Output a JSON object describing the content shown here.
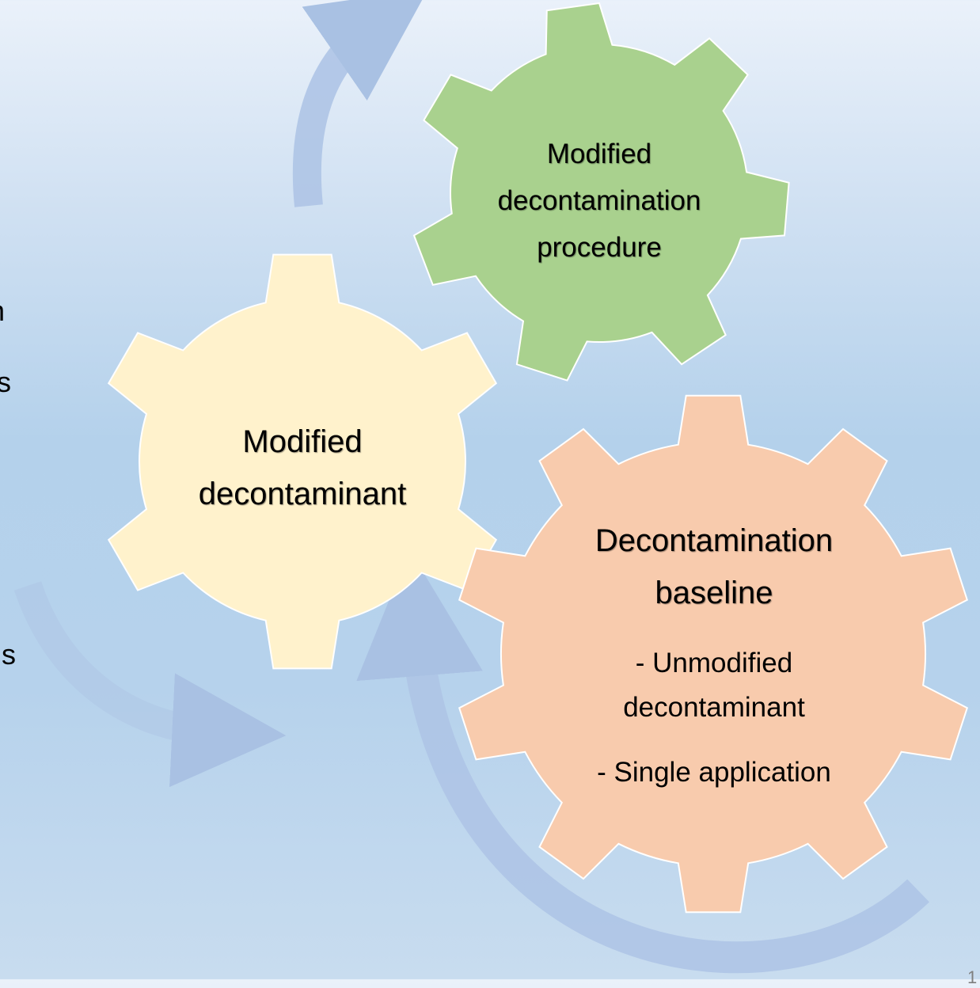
{
  "gears": [
    {
      "id": "green",
      "title_lines": [
        "Modified",
        "decontamination",
        "procedure"
      ],
      "color": "#a9d18e"
    },
    {
      "id": "yellow",
      "title_lines": [
        "Modified",
        "decontaminant"
      ],
      "color": "#fff2cc"
    },
    {
      "id": "orange",
      "title_lines": [
        "Decontamination",
        "baseline"
      ],
      "bullets": [
        "- Unmodified",
        "decontaminant",
        "- Single application"
      ],
      "color": "#f8cbad"
    }
  ],
  "edge_fragments": [
    "n",
    "s",
    "us"
  ],
  "page_number": "1",
  "arrow_color": "#a9c1e3"
}
